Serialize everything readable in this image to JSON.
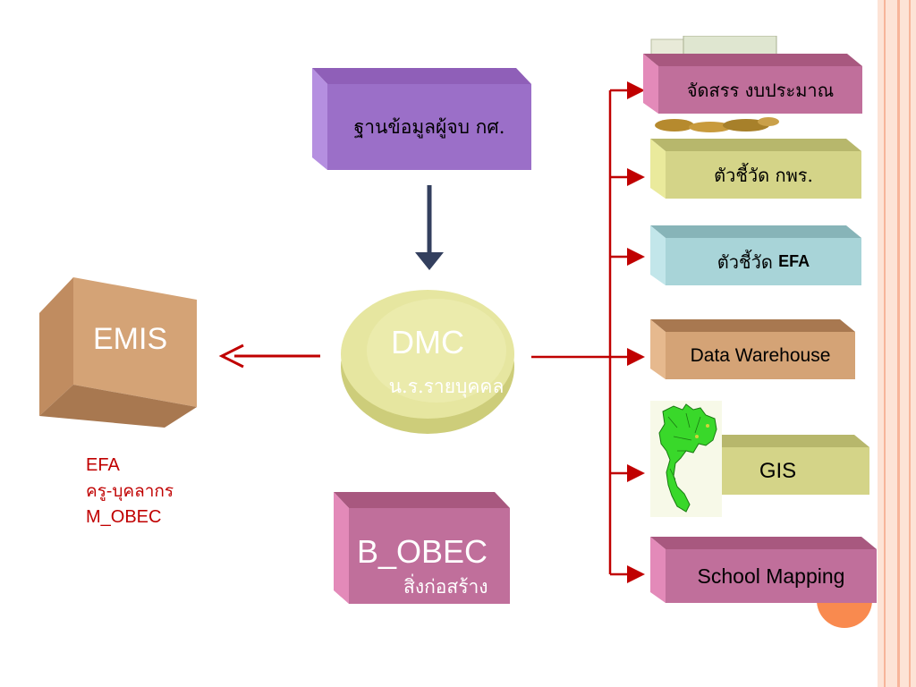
{
  "nodes": {
    "source": {
      "label": "ฐานข้อมูลผู้จบ กศ."
    },
    "dmc": {
      "title": "DMC",
      "subtitle": "น.ร.รายบุคคล"
    },
    "emis": {
      "label": "EMIS"
    },
    "emis_notes": [
      "EFA",
      "ครู-บุคลากร",
      "M_OBEC"
    ],
    "bobec": {
      "title": "B_OBEC",
      "subtitle": "สิ่งก่อสร้าง"
    },
    "outputs": [
      {
        "label": "จัดสรร งบประมาณ"
      },
      {
        "label": "ตัวชี้วัด กพร."
      },
      {
        "label": "ตัวชี้วัด ",
        "label_bold": "EFA"
      },
      {
        "label": "Data Warehouse"
      },
      {
        "label": "GIS"
      },
      {
        "label": "School Mapping"
      }
    ]
  },
  "colors": {
    "arrow_red": "#c00000",
    "arrow_navy": "#333f5e",
    "purple": "#9b6fc8",
    "pink": "#c06f9b",
    "olive": "#d4d488",
    "teal": "#a8d4d8",
    "tan": "#d4a376",
    "dmc_yellow": "#e6e6a0"
  }
}
